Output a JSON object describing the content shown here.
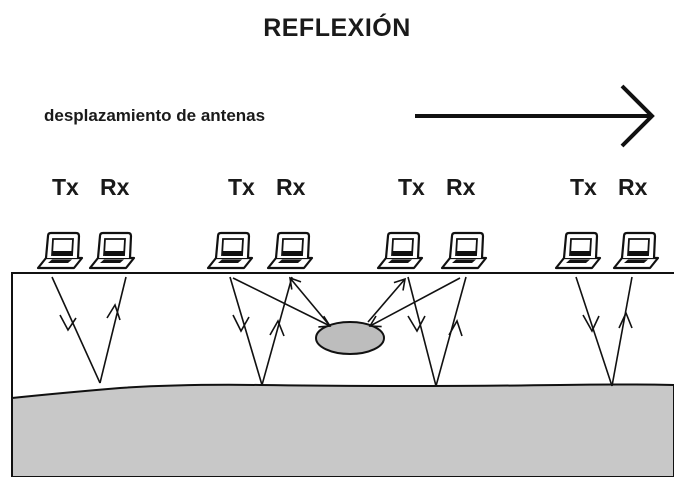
{
  "title": "REFLEXIÓN",
  "motion_label": "desplazamiento de antenas",
  "antenna_pairs": [
    {
      "tx": "Tx",
      "rx": "Rx"
    },
    {
      "tx": "Tx",
      "rx": "Rx"
    },
    {
      "tx": "Tx",
      "rx": "Rx"
    },
    {
      "tx": "Tx",
      "rx": "Rx"
    }
  ],
  "icons": {
    "antenna": "antenna-device-icon",
    "arrow": "arrow-right-icon",
    "target": "buried-object"
  },
  "colors": {
    "ground": "#c8c8c8",
    "target": "#bdbdbd",
    "ink": "#111111"
  }
}
